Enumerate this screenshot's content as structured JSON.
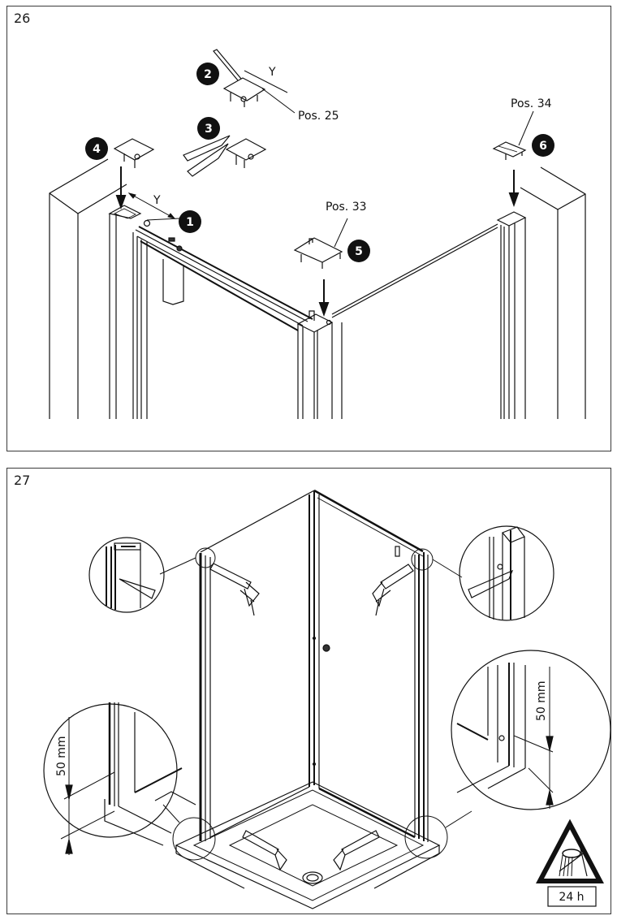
{
  "page": {
    "type": "shower enclosure assembly instructions"
  },
  "steps": [
    {
      "number": "26",
      "callouts": [
        {
          "badge": "1",
          "dimension": "Y"
        },
        {
          "badge": "2",
          "dimension": "Y",
          "part_label": "Pos. 25"
        },
        {
          "badge": "3"
        },
        {
          "badge": "4"
        },
        {
          "badge": "5",
          "part_label": "Pos. 33"
        },
        {
          "badge": "6",
          "part_label": "Pos. 34"
        }
      ]
    },
    {
      "number": "27",
      "details": [
        {
          "name": "top-left-silicone-detail"
        },
        {
          "name": "top-right-silicone-detail"
        },
        {
          "name": "bottom-left-gap-detail",
          "dimension": "50 mm"
        },
        {
          "name": "bottom-right-gap-detail",
          "dimension": "50 mm"
        }
      ],
      "warning": {
        "icon": "do-not-shower-warning-icon",
        "duration": "24 h"
      }
    }
  ]
}
